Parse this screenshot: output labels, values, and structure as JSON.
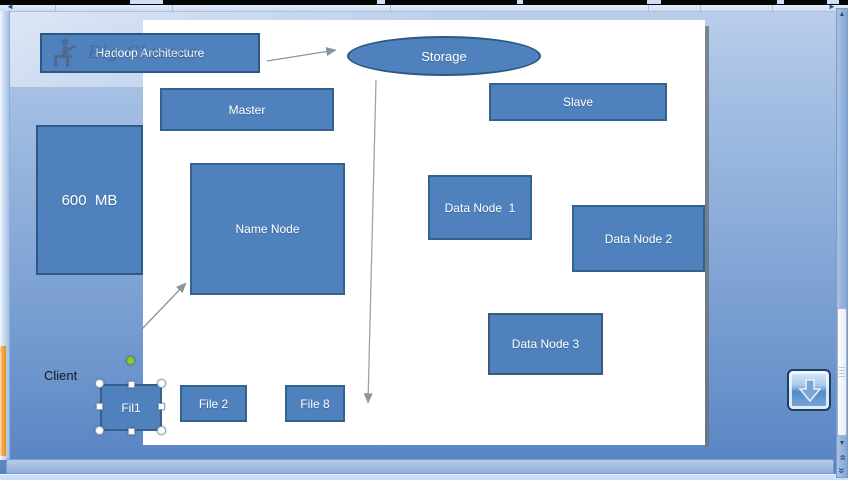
{
  "colors": {
    "shape_fill": "#4f81bd",
    "shape_border": "#35618e",
    "workspace_top": "#bdd0ec",
    "workspace_bottom": "#5681bf",
    "slide_background": "#ffffff",
    "selection_handle_green": "#8dc63f",
    "orange_strip": "#ef9b3c"
  },
  "slide": {
    "shapes": {
      "title": "Hadoop Architecture",
      "storage": "Storage",
      "master": "Master",
      "slave": "Slave",
      "size": "600  MB",
      "data_node_1": "Data Node  1",
      "data_node_2": "Data Node 2",
      "data_node_3": "Data Node 3",
      "name_node": "Name Node",
      "client": "Client",
      "fil1": "Fil1",
      "file2": "File 2",
      "file8": "File 8"
    },
    "watermark": {
      "text": "Big Classes",
      "icon": "person-at-desk-icon"
    },
    "selected_shape": "Fil1"
  },
  "scrollbars": {
    "horizontal": {
      "left_icon": "◄",
      "right_icon": "►"
    },
    "vertical": {
      "up_icon": "▲",
      "down_icon": "▼",
      "prev_slide_icon": "«",
      "next_slide_icon": "«"
    }
  }
}
